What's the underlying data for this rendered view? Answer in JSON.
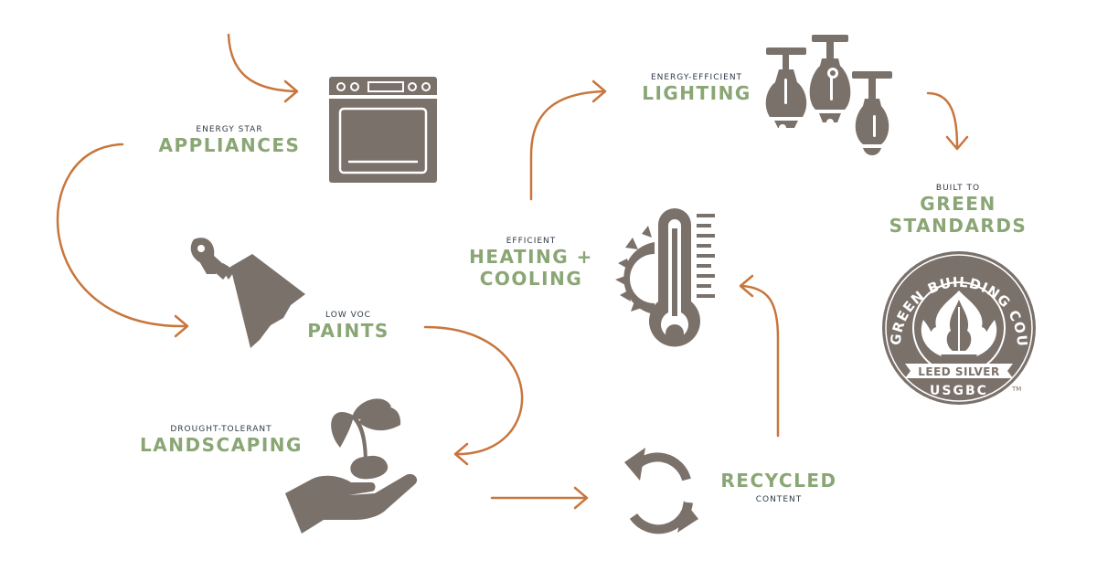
{
  "colors": {
    "arrow": "#c8763d",
    "icon": "#7b716b",
    "label_green": "#8aa675",
    "label_dark": "#2f3a48"
  },
  "nodes": [
    {
      "id": "appliances",
      "sub": "ENERGY STAR",
      "main": "APPLIANCES",
      "icon": "oven-icon"
    },
    {
      "id": "paints",
      "sub": "LOW VOC",
      "main": "PAINTS",
      "icon": "paintbrush-icon"
    },
    {
      "id": "landscaping",
      "sub": "DROUGHT-TOLERANT",
      "main": "LANDSCAPING",
      "icon": "plant-in-hand-icon"
    },
    {
      "id": "recycled",
      "sub": "CONTENT",
      "main": "RECYCLED",
      "icon": "recycle-arrows-icon"
    },
    {
      "id": "heating",
      "sub": "EFFICIENT",
      "main_line1": "HEATING +",
      "main_line2": "COOLING",
      "icon": "thermometer-sun-icon"
    },
    {
      "id": "lighting",
      "sub": "ENERGY-EFFICIENT",
      "main": "LIGHTING",
      "icon": "pendant-lights-icon"
    },
    {
      "id": "green",
      "sub": "BUILT TO",
      "main_line1": "GREEN",
      "main_line2": "STANDARDS",
      "icon": "usgbc-seal-icon"
    }
  ],
  "seal": {
    "ring_text": "U.S. GREEN BUILDING COUNCIL",
    "ribbon_text": "LEED SILVER",
    "bottom_text": "USGBC",
    "trademark": "TM"
  }
}
